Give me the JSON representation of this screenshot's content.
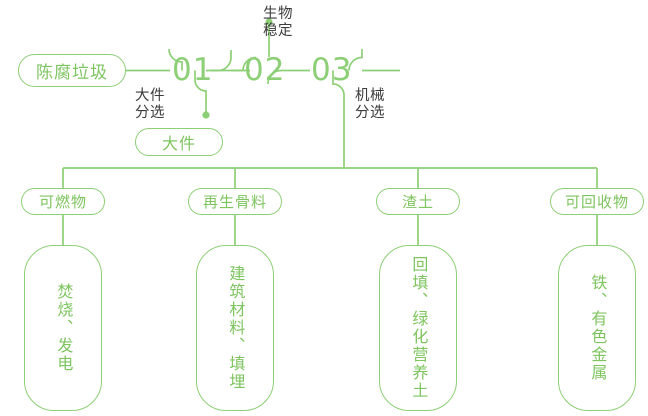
{
  "diagram": {
    "type": "process-flowchart",
    "accent_color": "#8dcf76",
    "text_green": "#7ec45f",
    "label_grey": "#3b3b3b",
    "background": "#ffffff",
    "source": {
      "label": "陈腐垃圾"
    },
    "steps": [
      {
        "number": "01",
        "process_label": "大件\n分选"
      },
      {
        "number": "02",
        "process_label": "生物\n稳定"
      },
      {
        "number": "03",
        "process_label": "机械\n分选"
      }
    ],
    "step_outputs": [
      {
        "from": "01",
        "label": "大件"
      }
    ],
    "categories": [
      {
        "label": "可燃物",
        "outcome": "焚烧、发电"
      },
      {
        "label": "再生骨料",
        "outcome": "建筑材料、填埋"
      },
      {
        "label": "渣土",
        "outcome": "回填、绿化营养土"
      },
      {
        "label": "可回收物",
        "outcome": "铁、有色金属"
      }
    ]
  }
}
